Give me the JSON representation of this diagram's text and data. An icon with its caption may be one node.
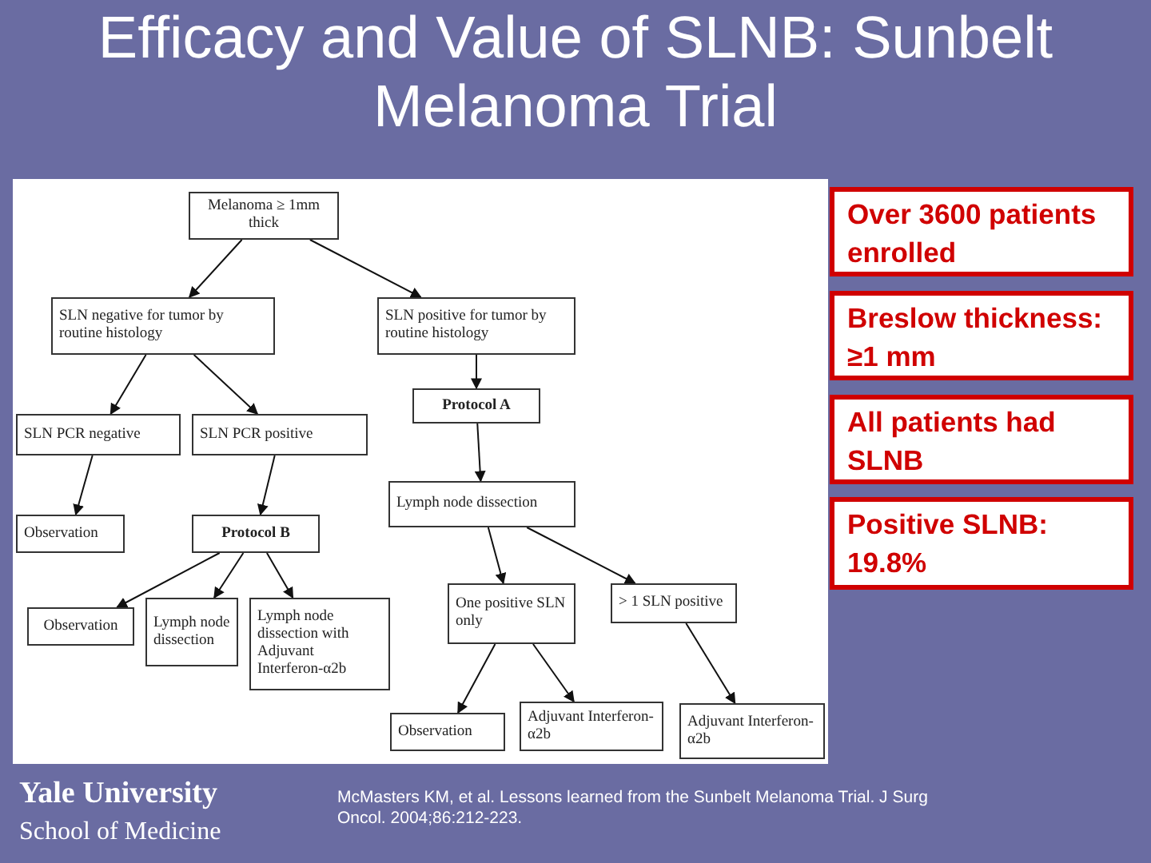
{
  "diagram": {
    "title": "Efficacy and Value of SLNB: Sunbelt Melanoma Trial",
    "nodes": [
      {
        "text": [
          "Melanoma ≥ 1mm thick"
        ]
      },
      {
        "text": [
          "SLN negative for tumor by routine histology"
        ]
      },
      {
        "text": [
          "SLN positive for tumor by routine histology"
        ]
      },
      {
        "text": [
          "SLN PCR negative"
        ]
      },
      {
        "text": [
          "SLN PCR positive"
        ]
      },
      {
        "text": [
          "Protocol A"
        ]
      },
      {
        "text": [
          "Observation"
        ]
      },
      {
        "text": [
          "Protocol B"
        ]
      },
      {
        "text": [
          "Lymph node dissection"
        ]
      },
      {
        "text": [
          "Observation"
        ]
      },
      {
        "text": [
          "Lymph node dissection"
        ]
      },
      {
        "text": [
          "Lymph node dissection with Adjuvant Interferon-α2b"
        ]
      },
      {
        "text": [
          "One positive SLN only"
        ]
      },
      {
        "text": [
          "> 1 SLN positive"
        ]
      },
      {
        "text": [
          "Observation"
        ]
      },
      {
        "text": [
          "Adjuvant Interferon-α2b"
        ]
      },
      {
        "text": [
          "Adjuvant Interferon-α2b"
        ]
      },
      {
        "text": [
          "Over 3600 patients enrolled"
        ]
      },
      {
        "text": [
          "Breslow thickness: ≥1 mm"
        ]
      },
      {
        "text": [
          "All patients had SLNB"
        ]
      },
      {
        "text": [
          "Positive SLNB: 19.8%"
        ]
      }
    ],
    "edges": [
      {
        "from": 0,
        "to": 1,
        "arrow": "to"
      },
      {
        "from": 0,
        "to": 2,
        "arrow": "to"
      },
      {
        "from": 1,
        "to": 3,
        "arrow": "to"
      },
      {
        "from": 1,
        "to": 4,
        "arrow": "to"
      },
      {
        "from": 2,
        "to": 5,
        "arrow": "to"
      },
      {
        "from": 5,
        "to": 8,
        "arrow": "to"
      },
      {
        "from": 3,
        "to": 6,
        "arrow": "to"
      },
      {
        "from": 4,
        "to": 7,
        "arrow": "to"
      },
      {
        "from": 7,
        "to": 9,
        "arrow": "to"
      },
      {
        "from": 7,
        "to": 10,
        "arrow": "to"
      },
      {
        "from": 7,
        "to": 11,
        "arrow": "to"
      },
      {
        "from": 8,
        "to": 12,
        "arrow": "to"
      },
      {
        "from": 8,
        "to": 13,
        "arrow": "to"
      },
      {
        "from": 12,
        "to": 14,
        "arrow": "to"
      },
      {
        "from": 12,
        "to": 15,
        "arrow": "to"
      },
      {
        "from": 13,
        "to": 16,
        "arrow": "to"
      }
    ],
    "labels": [
      "Yale University",
      "School of Medicine",
      "McMasters KM, et al. Lessons learned from the Sunbelt Melanoma Trial. J Surg Oncol. 2004;86:212-223."
    ]
  }
}
